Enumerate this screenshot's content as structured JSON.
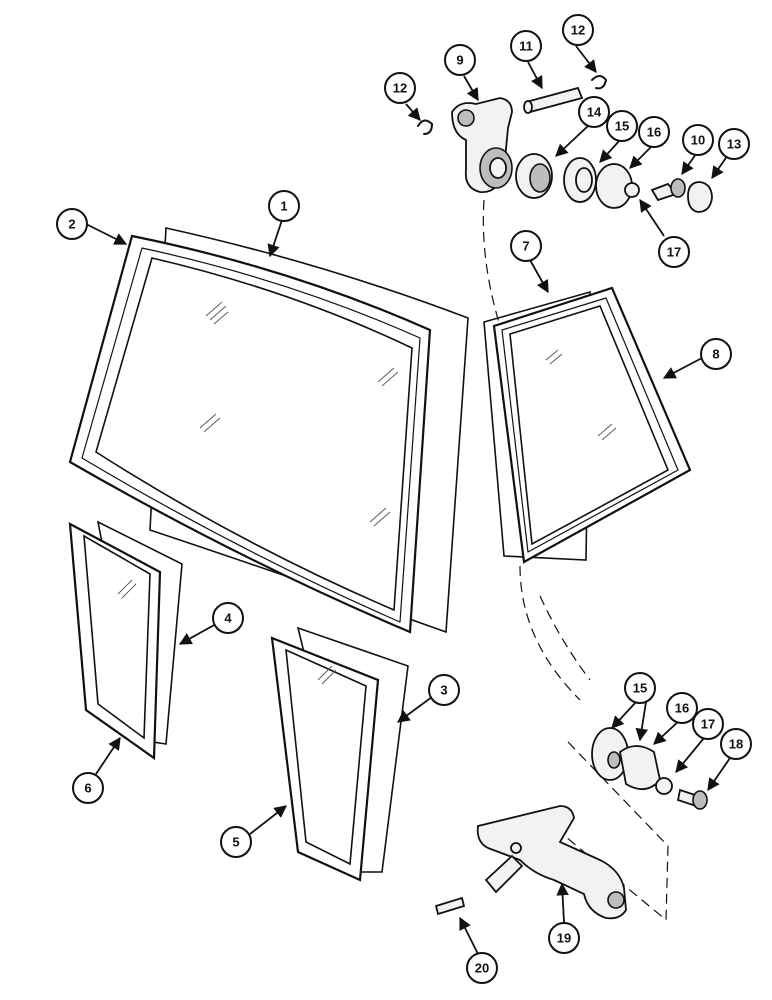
{
  "callouts": [
    {
      "key": "c1",
      "label": "1"
    },
    {
      "key": "c2",
      "label": "2"
    },
    {
      "key": "c3",
      "label": "3"
    },
    {
      "key": "c4",
      "label": "4"
    },
    {
      "key": "c5",
      "label": "5"
    },
    {
      "key": "c6",
      "label": "6"
    },
    {
      "key": "c7",
      "label": "7"
    },
    {
      "key": "c8",
      "label": "8"
    },
    {
      "key": "c9",
      "label": "9"
    },
    {
      "key": "c10",
      "label": "10"
    },
    {
      "key": "c11",
      "label": "11"
    },
    {
      "key": "c12a",
      "label": "12"
    },
    {
      "key": "c12b",
      "label": "12"
    },
    {
      "key": "c13",
      "label": "13"
    },
    {
      "key": "c14",
      "label": "14"
    },
    {
      "key": "c15a",
      "label": "15"
    },
    {
      "key": "c15b",
      "label": "15"
    },
    {
      "key": "c16a",
      "label": "16"
    },
    {
      "key": "c16b",
      "label": "16"
    },
    {
      "key": "c17a",
      "label": "17"
    },
    {
      "key": "c17b",
      "label": "17"
    },
    {
      "key": "c18",
      "label": "18"
    },
    {
      "key": "c19",
      "label": "19"
    },
    {
      "key": "c20",
      "label": "20"
    }
  ]
}
